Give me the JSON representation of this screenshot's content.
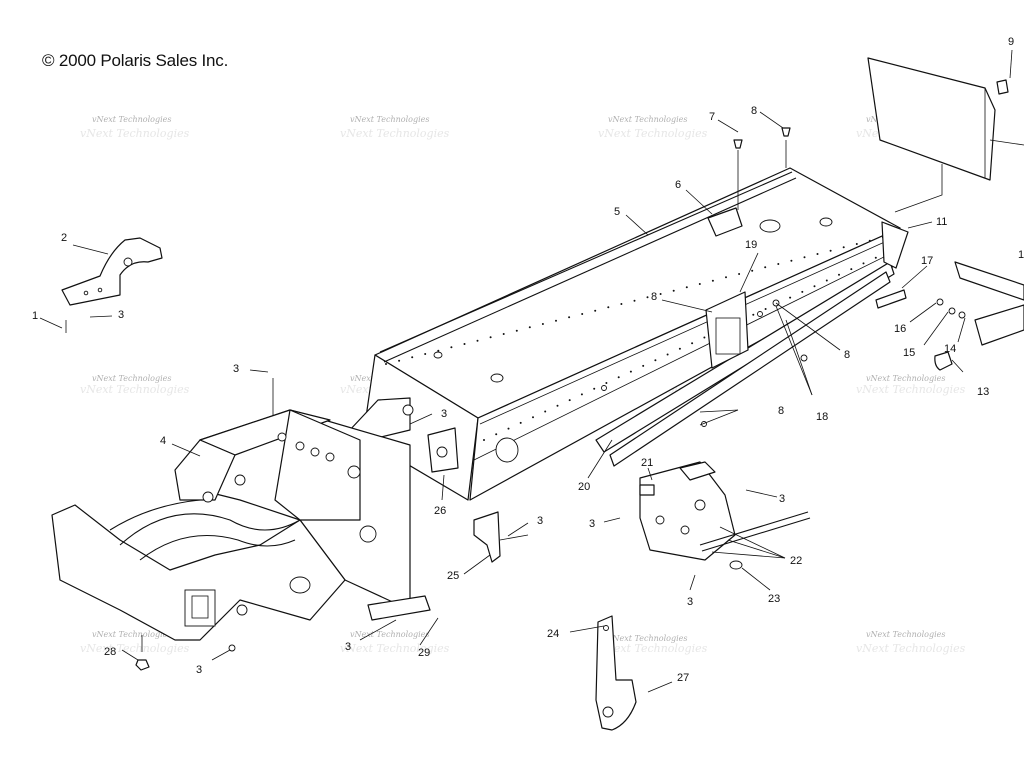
{
  "copyright": "© 2000 Polaris Sales Inc.",
  "watermark": "vNext Technologies",
  "callouts": [
    {
      "label": "9"
    },
    {
      "label": "7"
    },
    {
      "label": "8"
    },
    {
      "label": "6"
    },
    {
      "label": "5"
    },
    {
      "label": "2"
    },
    {
      "label": "1"
    },
    {
      "label": "3"
    },
    {
      "label": "11"
    },
    {
      "label": "19"
    },
    {
      "label": "17"
    },
    {
      "label": "16"
    },
    {
      "label": "15"
    },
    {
      "label": "14"
    },
    {
      "label": "13"
    },
    {
      "label": "3"
    },
    {
      "label": "3"
    },
    {
      "label": "4"
    },
    {
      "label": "8"
    },
    {
      "label": "8"
    },
    {
      "label": "18"
    },
    {
      "label": "8"
    },
    {
      "label": "20"
    },
    {
      "label": "21"
    },
    {
      "label": "26"
    },
    {
      "label": "3"
    },
    {
      "label": "3"
    },
    {
      "label": "3"
    },
    {
      "label": "22"
    },
    {
      "label": "25"
    },
    {
      "label": "3"
    },
    {
      "label": "23"
    },
    {
      "label": "24"
    },
    {
      "label": "27"
    },
    {
      "label": "3"
    },
    {
      "label": "29"
    },
    {
      "label": "28"
    },
    {
      "label": "3"
    },
    {
      "label": "1"
    }
  ]
}
